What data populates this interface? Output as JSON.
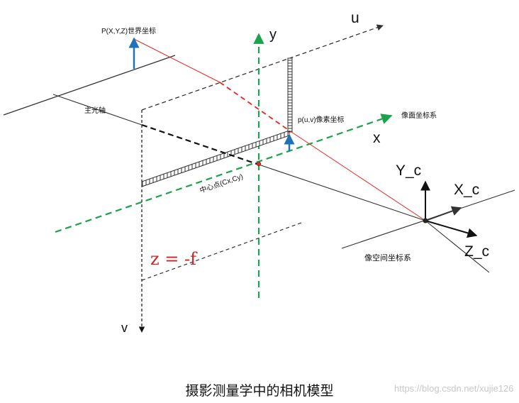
{
  "labels": {
    "u": "u",
    "y": "y",
    "x": "x",
    "v": "v",
    "world_point": "P(X,Y,Z)世界坐标",
    "principal_axis": "主光轴",
    "pixel_point": "p(u,v)像素坐标",
    "image_plane": "像面坐标系",
    "center_point": "中心点(Cx,Cy)",
    "camera_yc": "Y_c",
    "camera_xc": "X_c",
    "camera_zc": "Z_c",
    "camera_system": "像空间坐标系",
    "focal": "z = -f"
  },
  "caption": "摄影测量学中的相机模型",
  "watermark": "https://blog.csdn.net/xujie126",
  "colors": {
    "axis_dark": "#333333",
    "green": "#1aa34a",
    "red": "#e8251f",
    "blue": "#1f72b8",
    "focal_text": "#d42020"
  }
}
